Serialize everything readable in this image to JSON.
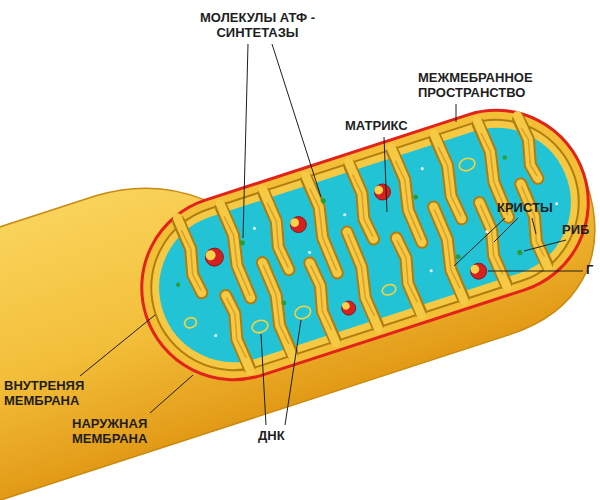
{
  "diagram": {
    "labels": [
      "МОЛЕКУЛЫ АТФ - СИНТЕТАЗЫ",
      "МЕЖМЕБРАННОЕ ПРОСТРАНСТВО",
      "МАТРИКС",
      "КРИСТЫ",
      "РИБ",
      "Г",
      "ВНУТРЕНЯЯ МЕМБРАНА",
      "НАРУЖНАЯ МЕМБРАНА",
      "ДНК"
    ]
  }
}
